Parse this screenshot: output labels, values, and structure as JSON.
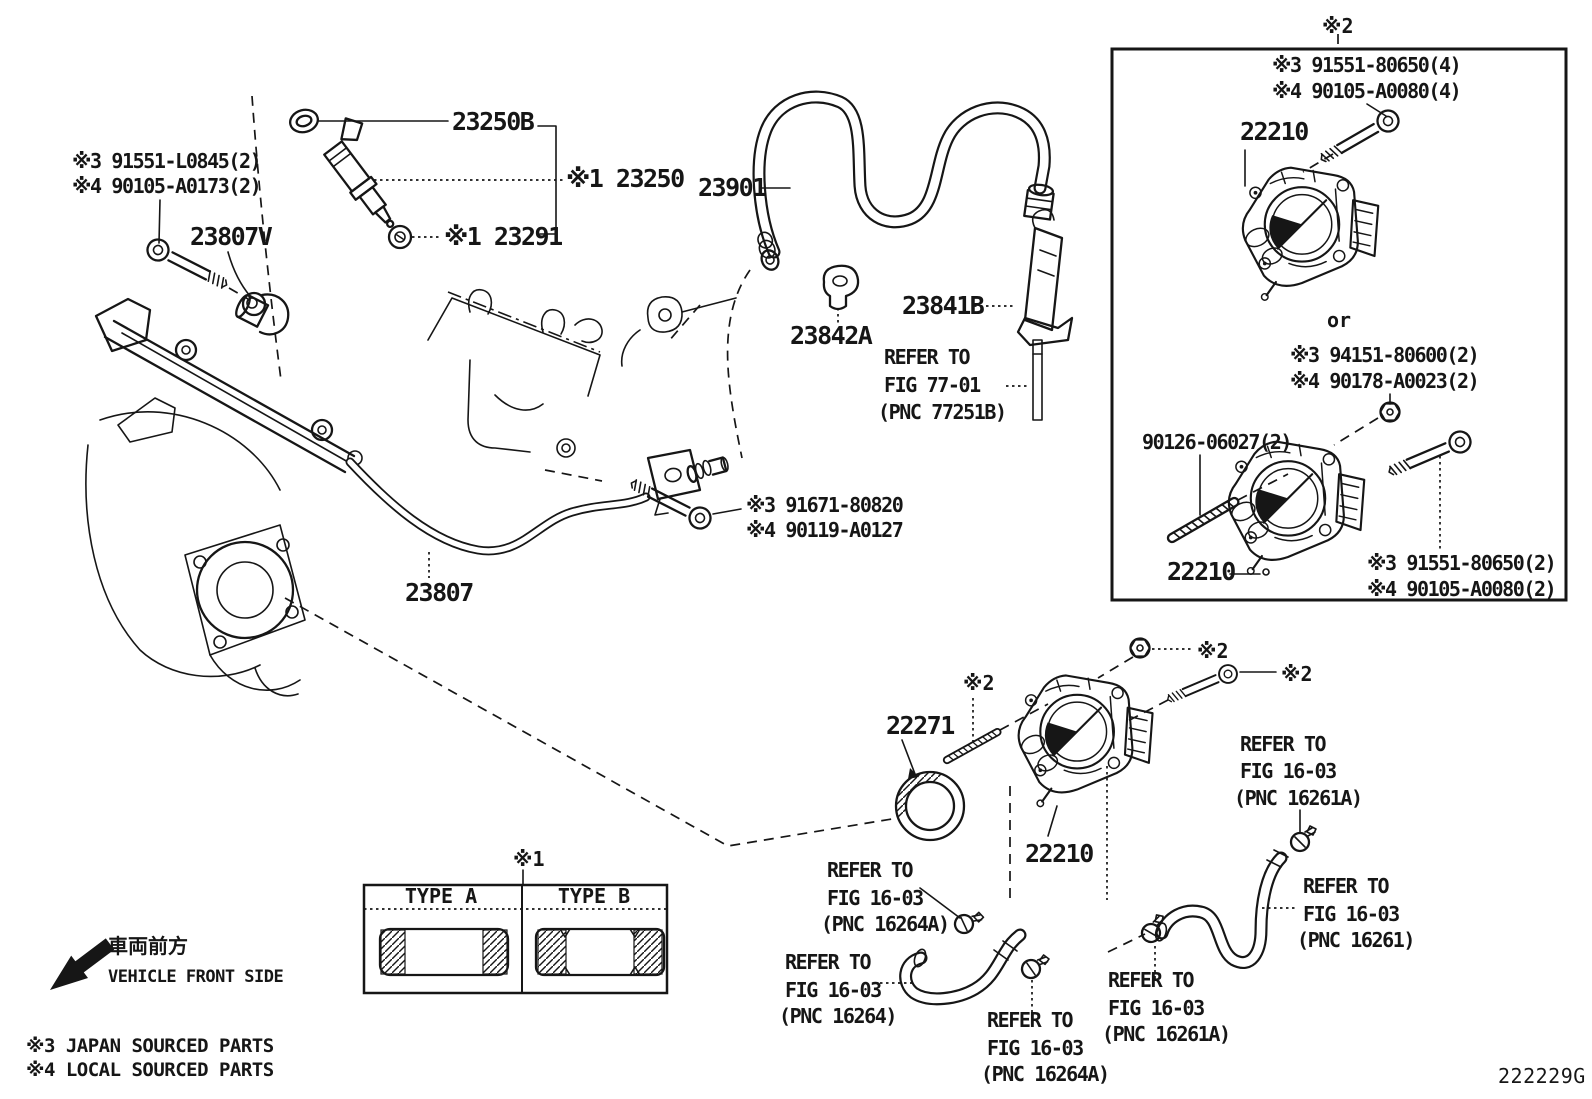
{
  "figure": {
    "code": "222229G",
    "marker1": "※1",
    "marker2": "※2",
    "or": "or",
    "front": {
      "jp": "車両前方",
      "en": "VEHICLE FRONT SIDE"
    },
    "legend": {
      "line1": "※3 JAPAN SOURCED PARTS",
      "line2": "※4 LOCAL SOURCED PARTS"
    },
    "table": {
      "col_a": "TYPE A",
      "col_b": "TYPE B"
    }
  },
  "parts": {
    "p23250B": "23250B",
    "p23250": "※1 23250",
    "p23291": "※1 23291",
    "rail_bolt1": "※3 91551-L0845(2)",
    "rail_bolt2": "※4 90105-A0173(2)",
    "p23807V": "23807V",
    "p23901": "23901",
    "p23842A": "23842A",
    "p23841B": "23841B",
    "pipe_bolt1": "※3 91671-80820",
    "pipe_bolt2": "※4 90119-A0127",
    "p23807": "23807",
    "p22210": "22210",
    "p22271": "22271",
    "tb_bolt4_1": "※3 91551-80650(4)",
    "tb_bolt4_2": "※4 90105-A0080(4)",
    "tb_nut_1": "※3 94151-80600(2)",
    "tb_nut_2": "※4 90178-A0023(2)",
    "tb_stud": "90126-06027(2)",
    "tb_bolt2_1": "※3 91551-80650(2)",
    "tb_bolt2_2": "※4 90105-A0080(2)"
  },
  "refs": {
    "fig7701": {
      "l1": "REFER TO",
      "l2": "FIG 77-01",
      "l3": "(PNC 77251B)"
    },
    "r16261a": {
      "l1": "REFER TO",
      "l2": "FIG 16-03",
      "l3": "(PNC 16261A)"
    },
    "r16264a": {
      "l1": "REFER TO",
      "l2": "FIG 16-03",
      "l3": "(PNC 16264A)"
    },
    "r16264": {
      "l1": "REFER TO",
      "l2": "FIG 16-03",
      "l3": "(PNC 16264)"
    },
    "r16261": {
      "l1": "REFER TO",
      "l2": "FIG 16-03",
      "l3": "(PNC 16261)"
    }
  }
}
